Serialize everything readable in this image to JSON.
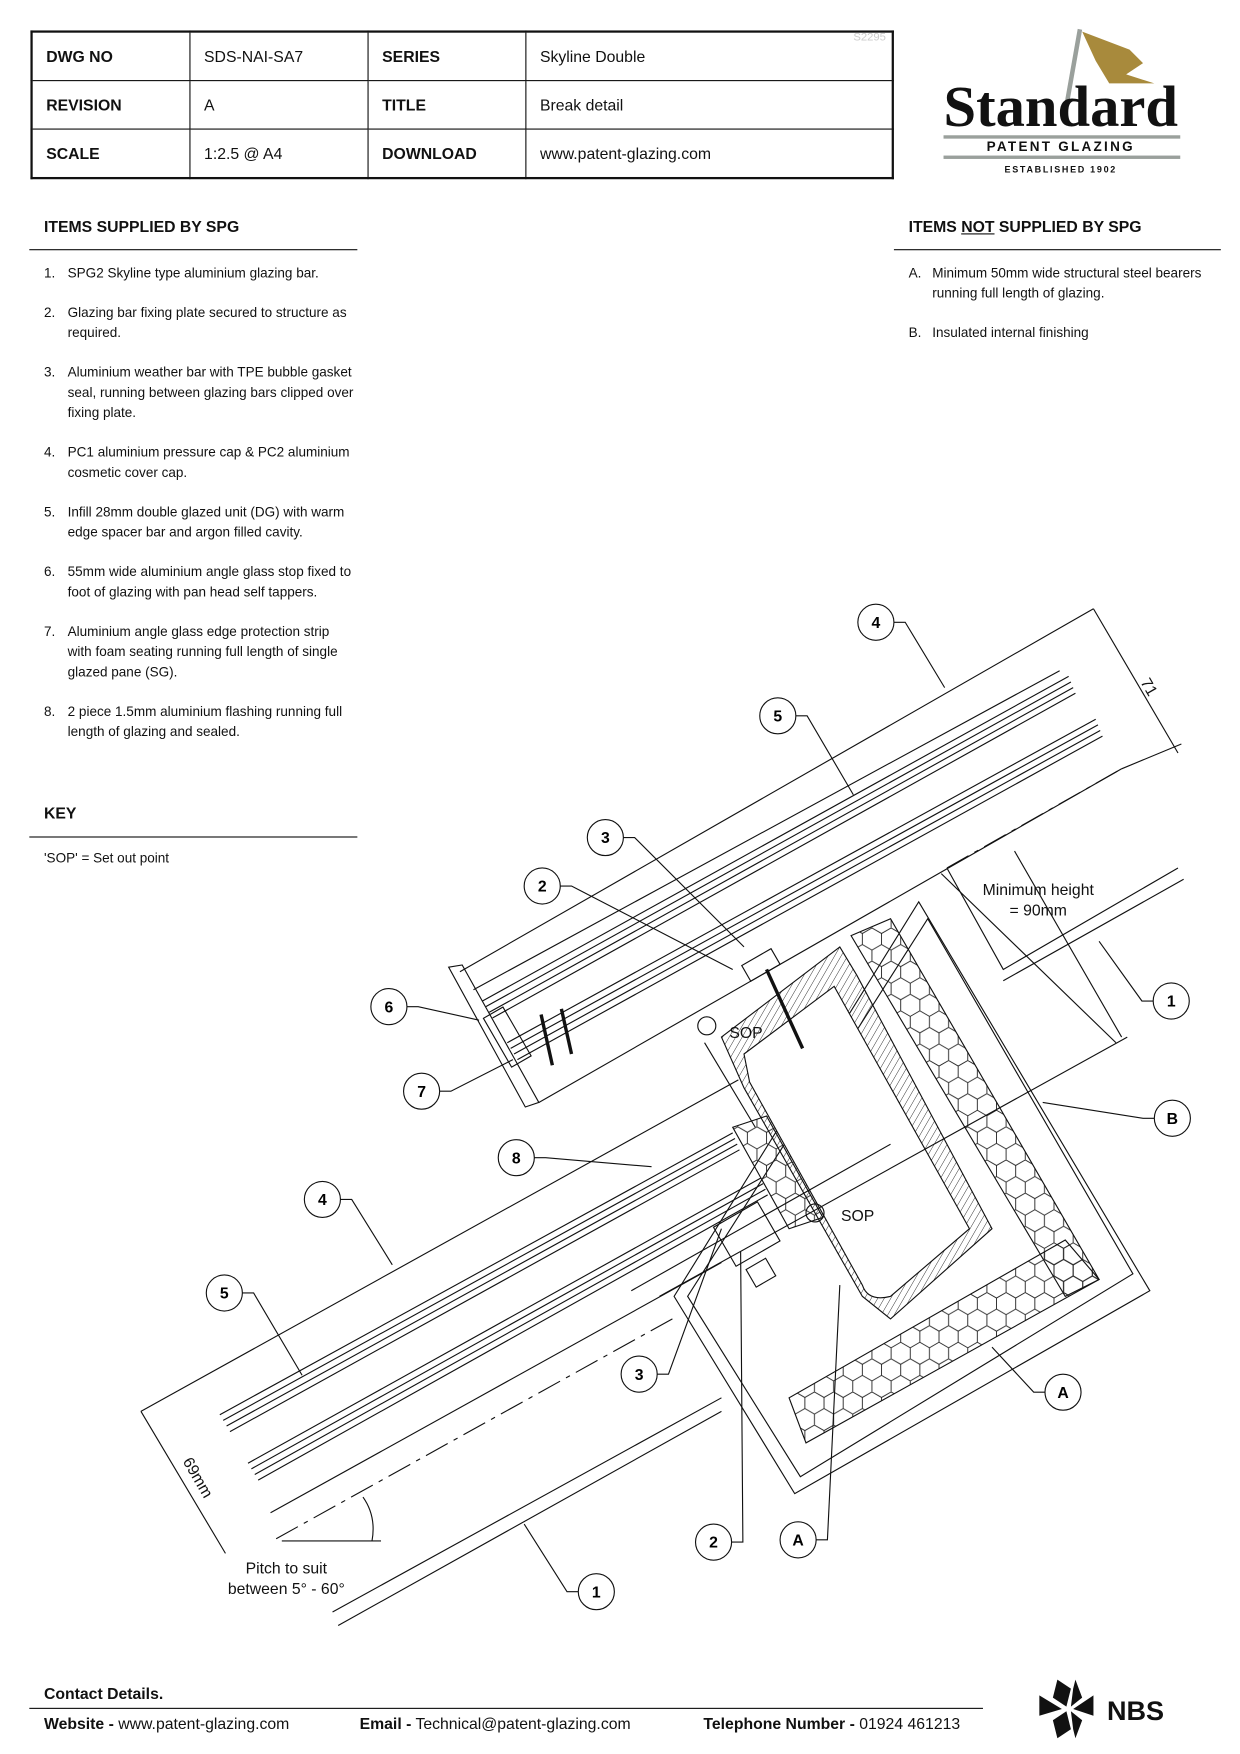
{
  "title_block": {
    "ref": "S2295",
    "rows": [
      {
        "k1": "DWG NO",
        "v1": "SDS-NAI-SA7",
        "k2": "SERIES",
        "v2": "Skyline Double"
      },
      {
        "k1": "REVISION",
        "v1": "A",
        "k2": "TITLE",
        "v2": "Break detail"
      },
      {
        "k1": "SCALE",
        "v1": "1:2.5 @ A4",
        "k2": "DOWNLOAD",
        "v2": "www.patent-glazing.com"
      }
    ]
  },
  "logo": {
    "name": "Standard",
    "sub": "PATENT GLAZING",
    "est": "ESTABLISHED 1902",
    "gold": "#a88a3c",
    "grey": "#9aa09c"
  },
  "supplied": {
    "heading": "ITEMS SUPPLIED BY SPG",
    "items": [
      {
        "n": "1.",
        "t": "SPG2 Skyline type aluminium glazing bar."
      },
      {
        "n": "2.",
        "t": "Glazing bar fixing plate secured to structure as required."
      },
      {
        "n": "3.",
        "t": "Aluminium weather bar with TPE bubble gasket seal, running between glazing bars clipped over fixing plate."
      },
      {
        "n": "4.",
        "t": "PC1 aluminium pressure cap & PC2 aluminium cosmetic cover cap."
      },
      {
        "n": "5.",
        "t": "Infill 28mm double glazed unit (DG) with warm edge spacer bar and argon filled cavity."
      },
      {
        "n": "6.",
        "t": "55mm wide aluminium angle glass stop fixed to foot of glazing with pan head self tappers."
      },
      {
        "n": "7.",
        "t": "Aluminium angle glass edge protection strip with foam seating running full length of single glazed pane (SG)."
      },
      {
        "n": "8.",
        "t": "2 piece 1.5mm aluminium flashing running full length of glazing and sealed."
      }
    ]
  },
  "not_supplied": {
    "heading_pre": "ITEMS ",
    "heading_u": "NOT",
    "heading_post": " SUPPLIED BY SPG",
    "items": [
      {
        "n": "A.",
        "t": "Minimum 50mm wide structural steel bearers running full length of glazing."
      },
      {
        "n": "B.",
        "t": "Insulated internal finishing"
      }
    ]
  },
  "key": {
    "heading": "KEY",
    "text": "'SOP' = Set out point"
  },
  "drawing": {
    "min_height_1": "Minimum height",
    "min_height_2": "= 90mm",
    "sop": "SOP",
    "dim_71": "71",
    "dim_69": "69mm",
    "pitch_1": "Pitch to suit",
    "pitch_2": "between 5° - 60°",
    "callouts": [
      "4",
      "5",
      "3",
      "2",
      "6",
      "7",
      "8",
      "4",
      "5",
      "3",
      "2",
      "A",
      "1",
      "A",
      "B",
      "1"
    ]
  },
  "footer": {
    "heading": "Contact Details.",
    "website_label": "Website",
    "website": "www.patent-glazing.com",
    "email_label": "Email",
    "email": "Technical@patent-glazing.com",
    "phone_label": "Telephone Number",
    "phone": "01924 461213",
    "sep": "-",
    "nbs": "NBS"
  }
}
